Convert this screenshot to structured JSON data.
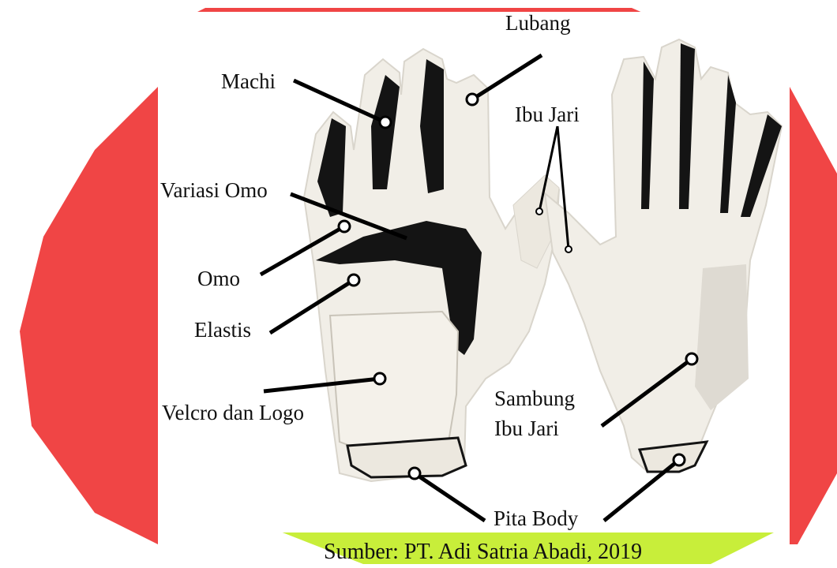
{
  "figure": {
    "labels": {
      "lubang": "Lubang",
      "machi": "Machi",
      "ibu_jari": "Ibu Jari",
      "variasi_omo": "Variasi Omo",
      "omo": "Omo",
      "elastis": "Elastis",
      "velcro_dan_logo": "Velcro dan Logo",
      "sambung_ibu_jari_line1": "Sambung",
      "sambung_ibu_jari_line2": "Ibu Jari",
      "pita_body": "Pita Body"
    },
    "caption": "Sumber: PT. Adi Satria Abadi, 2019"
  },
  "colors": {
    "watermark_red": "#f04545",
    "watermark_green": "#c8ee3a",
    "glove_white": "#f1eee7",
    "glove_shadow": "#d9d5cc",
    "glove_black": "#141414",
    "leader_line": "#000000"
  }
}
